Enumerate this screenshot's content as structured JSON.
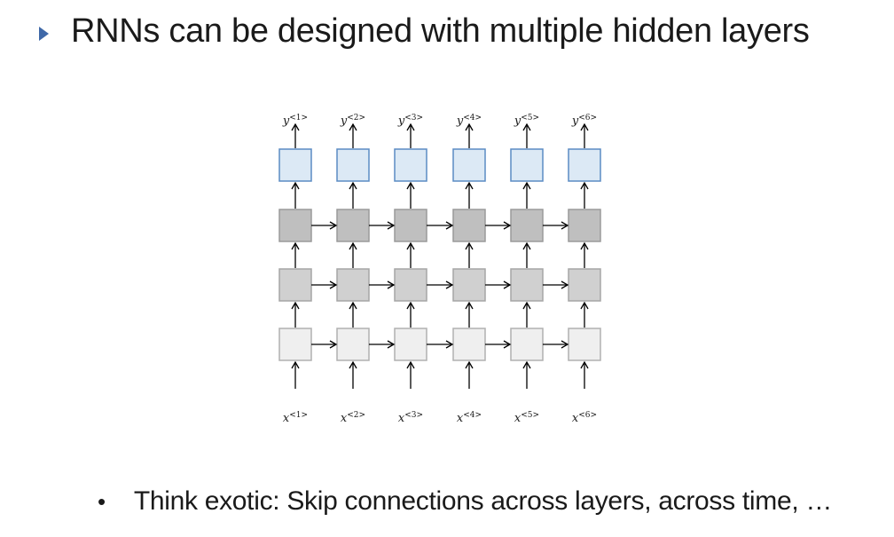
{
  "title": "RNNs can be designed with multiple hidden layers",
  "bullet": "Think exotic: Skip connections across layers, across time, …",
  "diagram": {
    "time_steps": [
      {
        "output_label": "y",
        "output_superscript": "<1>",
        "input_label": "x",
        "input_superscript": "<1>"
      },
      {
        "output_label": "y",
        "output_superscript": "<2>",
        "input_label": "x",
        "input_superscript": "<2>"
      },
      {
        "output_label": "y",
        "output_superscript": "<3>",
        "input_label": "x",
        "input_superscript": "<3>"
      },
      {
        "output_label": "y",
        "output_superscript": "<4>",
        "input_label": "x",
        "input_superscript": "<4>"
      },
      {
        "output_label": "y",
        "output_superscript": "<5>",
        "input_label": "x",
        "input_superscript": "<5>"
      },
      {
        "output_label": "y",
        "output_superscript": "<6>",
        "input_label": "x",
        "input_superscript": "<6>"
      }
    ],
    "layers": [
      {
        "role": "output",
        "fill": "#dce9f5",
        "stroke": "#5b8cc4"
      },
      {
        "role": "hidden-3",
        "fill": "#bfbfbf",
        "stroke": "#9a9a9a"
      },
      {
        "role": "hidden-2",
        "fill": "#d0d0d0",
        "stroke": "#a5a5a5"
      },
      {
        "role": "hidden-1",
        "fill": "#efefef",
        "stroke": "#b0b0b0"
      }
    ]
  },
  "colors": {
    "title_bullet": "#3f68a8",
    "arrow": "#000000",
    "text": "#1a1a1a"
  }
}
